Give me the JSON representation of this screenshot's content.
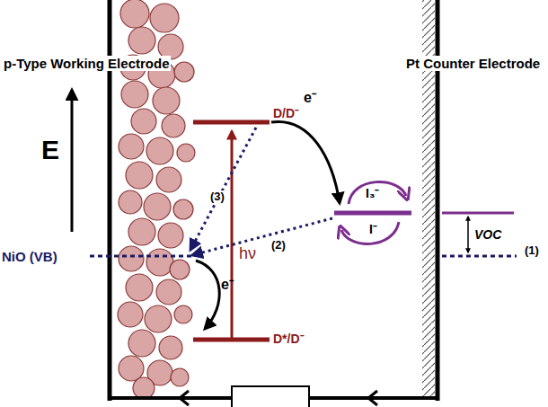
{
  "diagram": {
    "labels": [
      "p-Type Working Electrode",
      "Pt Counter Electrode",
      "E",
      "D/D⁻",
      "e⁻",
      "(3)",
      "hν",
      "I₃⁻",
      "I⁻",
      "NiO (VB)",
      "(2)",
      "VOC",
      "(1)",
      "e⁻",
      "D*/D⁻"
    ]
  }
}
